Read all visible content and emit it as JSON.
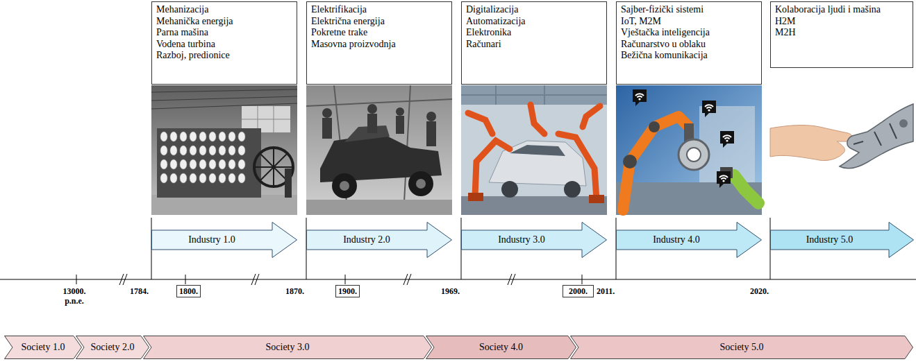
{
  "diagram": {
    "nodes": [
      {
        "text": [
          "Mehanizacija",
          "Mehanička energija",
          "Parna mašina",
          "Vodena turbina",
          "Razboj, predionice"
        ]
      },
      {
        "text": [
          "Elektrifikacija",
          "Električna energija",
          "Pokretne trake",
          "Masovna proizvodnja"
        ]
      },
      {
        "text": [
          "Digitalizacija",
          "Automatizacija",
          "Elektronika",
          "Računari"
        ]
      },
      {
        "text": [
          "Sajber-fizički sistemi",
          "IoT, M2M",
          "Vještačka inteligencija",
          "Računarstvo u oblaku",
          "Bežična komunikacija"
        ]
      },
      {
        "text": [
          "Kolaboracija ljudi i mašina",
          "H2M",
          "M2H"
        ]
      },
      {
        "text": [
          "Industry 1.0"
        ]
      },
      {
        "text": [
          "Industry 2.0"
        ]
      },
      {
        "text": [
          "Industry 3.0"
        ]
      },
      {
        "text": [
          "Industry 4.0"
        ]
      },
      {
        "text": [
          "Industry 5.0"
        ]
      },
      {
        "text": [
          "1800."
        ]
      },
      {
        "text": [
          "1900."
        ]
      },
      {
        "text": [
          "2000."
        ]
      },
      {
        "text": [
          "Society 1.0"
        ]
      },
      {
        "text": [
          "Society 2.0"
        ]
      },
      {
        "text": [
          "Society 3.0"
        ]
      },
      {
        "text": [
          "Society 4.0"
        ]
      },
      {
        "text": [
          "Society 5.0"
        ]
      }
    ],
    "labels": [
      "13000. p.n.e.",
      "1784.",
      "1870.",
      "1969.",
      "2011.",
      "2020."
    ]
  }
}
